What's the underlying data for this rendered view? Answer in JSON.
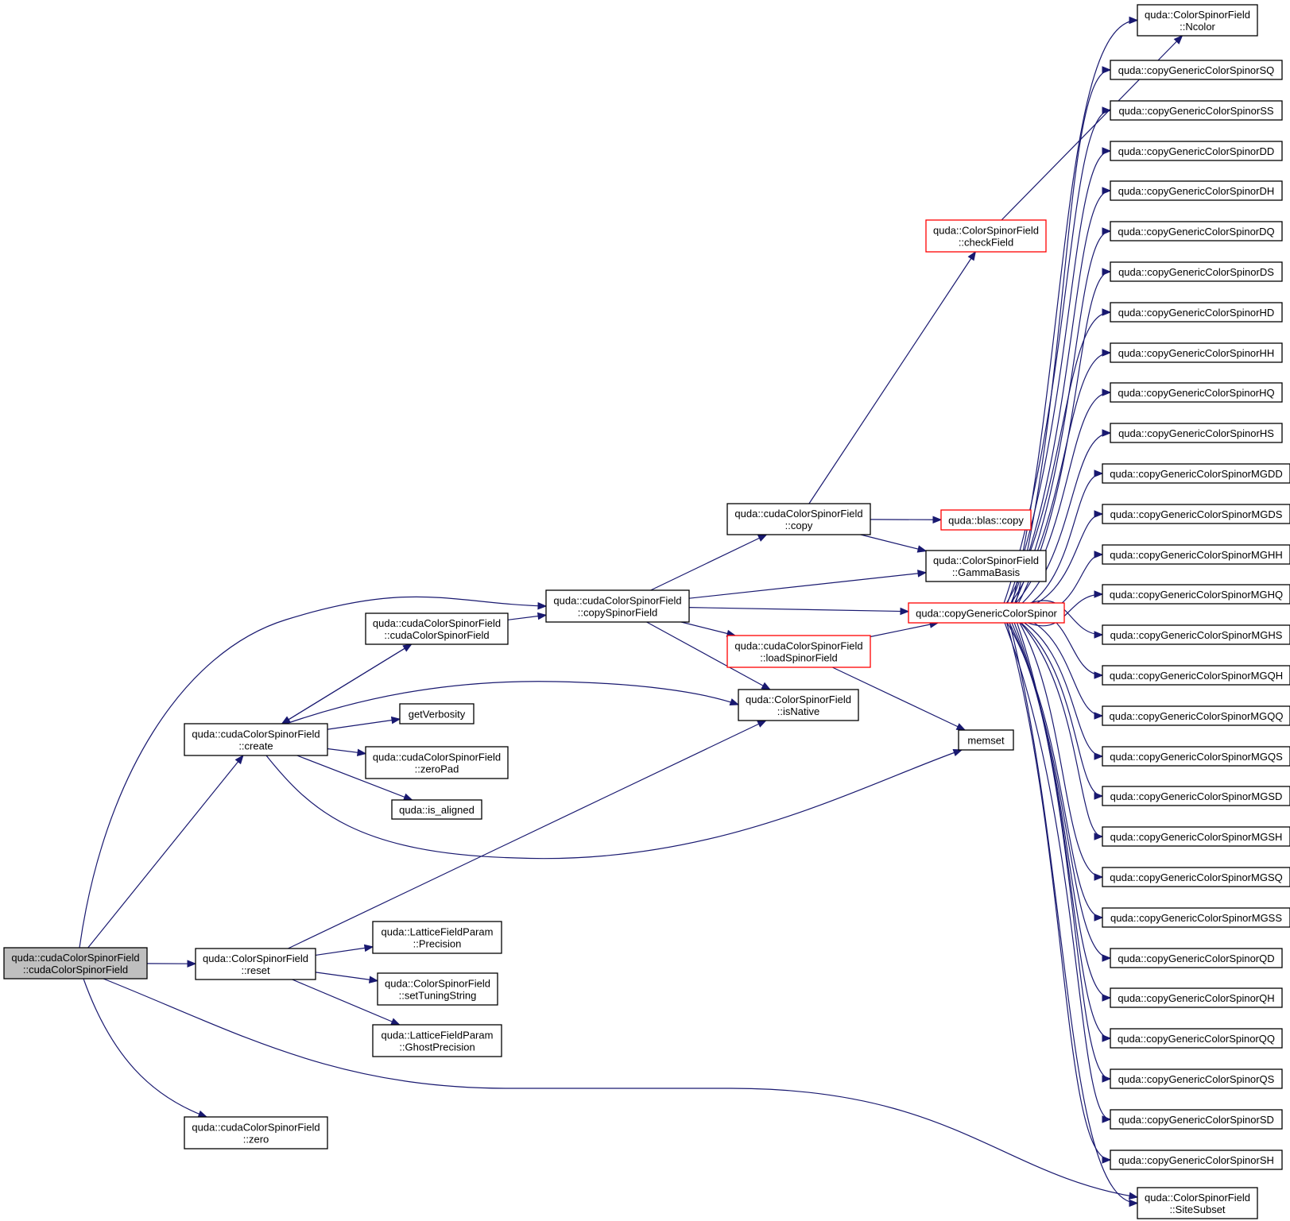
{
  "colors": {
    "edge": "#191970",
    "node_border": "#000000",
    "highlight_border": "#ff0000",
    "root_fill": "#bfbfbf"
  },
  "nodes": [
    {
      "id": "root",
      "lines": [
        "quda::cudaColorSpinorField",
        "::cudaColorSpinorField"
      ],
      "style": "root"
    },
    {
      "id": "create",
      "lines": [
        "quda::cudaColorSpinorField",
        "::create"
      ],
      "style": "normal"
    },
    {
      "id": "reset",
      "lines": [
        "quda::ColorSpinorField",
        "::reset"
      ],
      "style": "normal"
    },
    {
      "id": "zero",
      "lines": [
        "quda::cudaColorSpinorField",
        "::zero"
      ],
      "style": "normal"
    },
    {
      "id": "cudaCtor2",
      "lines": [
        "quda::cudaColorSpinorField",
        "::cudaColorSpinorField"
      ],
      "style": "normal"
    },
    {
      "id": "getVerbosity",
      "lines": [
        "getVerbosity"
      ],
      "style": "normal"
    },
    {
      "id": "zeroPad",
      "lines": [
        "quda::cudaColorSpinorField",
        "::zeroPad"
      ],
      "style": "normal"
    },
    {
      "id": "isAligned",
      "lines": [
        "quda::is_aligned"
      ],
      "style": "normal"
    },
    {
      "id": "precision",
      "lines": [
        "quda::LatticeFieldParam",
        "::Precision"
      ],
      "style": "normal"
    },
    {
      "id": "setTuning",
      "lines": [
        "quda::ColorSpinorField",
        "::setTuningString"
      ],
      "style": "normal"
    },
    {
      "id": "ghostPrec",
      "lines": [
        "quda::LatticeFieldParam",
        "::GhostPrecision"
      ],
      "style": "normal"
    },
    {
      "id": "copySpinor",
      "lines": [
        "quda::cudaColorSpinorField",
        "::copySpinorField"
      ],
      "style": "normal"
    },
    {
      "id": "copy",
      "lines": [
        "quda::cudaColorSpinorField",
        "::copy"
      ],
      "style": "normal"
    },
    {
      "id": "loadSpinor",
      "lines": [
        "quda::cudaColorSpinorField",
        "::loadSpinorField"
      ],
      "style": "red"
    },
    {
      "id": "isNative",
      "lines": [
        "quda::ColorSpinorField",
        "::isNative"
      ],
      "style": "normal"
    },
    {
      "id": "checkField",
      "lines": [
        "quda::ColorSpinorField",
        "::checkField"
      ],
      "style": "red"
    },
    {
      "id": "blasCopy",
      "lines": [
        "quda::blas::copy"
      ],
      "style": "red"
    },
    {
      "id": "gammaBasis",
      "lines": [
        "quda::ColorSpinorField",
        "::GammaBasis"
      ],
      "style": "normal"
    },
    {
      "id": "cgcs",
      "lines": [
        "quda::copyGenericColorSpinor"
      ],
      "style": "red"
    },
    {
      "id": "memset",
      "lines": [
        "memset"
      ],
      "style": "normal"
    },
    {
      "id": "ncolor",
      "lines": [
        "quda::ColorSpinorField",
        "::Ncolor"
      ],
      "style": "normal"
    },
    {
      "id": "SQ",
      "lines": [
        "quda::copyGenericColorSpinorSQ"
      ],
      "style": "normal"
    },
    {
      "id": "SS",
      "lines": [
        "quda::copyGenericColorSpinorSS"
      ],
      "style": "normal"
    },
    {
      "id": "DD",
      "lines": [
        "quda::copyGenericColorSpinorDD"
      ],
      "style": "normal"
    },
    {
      "id": "DH",
      "lines": [
        "quda::copyGenericColorSpinorDH"
      ],
      "style": "normal"
    },
    {
      "id": "DQ",
      "lines": [
        "quda::copyGenericColorSpinorDQ"
      ],
      "style": "normal"
    },
    {
      "id": "DS",
      "lines": [
        "quda::copyGenericColorSpinorDS"
      ],
      "style": "normal"
    },
    {
      "id": "HD",
      "lines": [
        "quda::copyGenericColorSpinorHD"
      ],
      "style": "normal"
    },
    {
      "id": "HH",
      "lines": [
        "quda::copyGenericColorSpinorHH"
      ],
      "style": "normal"
    },
    {
      "id": "HQ",
      "lines": [
        "quda::copyGenericColorSpinorHQ"
      ],
      "style": "normal"
    },
    {
      "id": "HS",
      "lines": [
        "quda::copyGenericColorSpinorHS"
      ],
      "style": "normal"
    },
    {
      "id": "MGDD",
      "lines": [
        "quda::copyGenericColorSpinorMGDD"
      ],
      "style": "normal"
    },
    {
      "id": "MGDS",
      "lines": [
        "quda::copyGenericColorSpinorMGDS"
      ],
      "style": "normal"
    },
    {
      "id": "MGHH",
      "lines": [
        "quda::copyGenericColorSpinorMGHH"
      ],
      "style": "normal"
    },
    {
      "id": "MGHQ",
      "lines": [
        "quda::copyGenericColorSpinorMGHQ"
      ],
      "style": "normal"
    },
    {
      "id": "MGHS",
      "lines": [
        "quda::copyGenericColorSpinorMGHS"
      ],
      "style": "normal"
    },
    {
      "id": "MGQH",
      "lines": [
        "quda::copyGenericColorSpinorMGQH"
      ],
      "style": "normal"
    },
    {
      "id": "MGQQ",
      "lines": [
        "quda::copyGenericColorSpinorMGQQ"
      ],
      "style": "normal"
    },
    {
      "id": "MGQS",
      "lines": [
        "quda::copyGenericColorSpinorMGQS"
      ],
      "style": "normal"
    },
    {
      "id": "MGSD",
      "lines": [
        "quda::copyGenericColorSpinorMGSD"
      ],
      "style": "normal"
    },
    {
      "id": "MGSH",
      "lines": [
        "quda::copyGenericColorSpinorMGSH"
      ],
      "style": "normal"
    },
    {
      "id": "MGSQ",
      "lines": [
        "quda::copyGenericColorSpinorMGSQ"
      ],
      "style": "normal"
    },
    {
      "id": "MGSS",
      "lines": [
        "quda::copyGenericColorSpinorMGSS"
      ],
      "style": "normal"
    },
    {
      "id": "QD",
      "lines": [
        "quda::copyGenericColorSpinorQD"
      ],
      "style": "normal"
    },
    {
      "id": "QH",
      "lines": [
        "quda::copyGenericColorSpinorQH"
      ],
      "style": "normal"
    },
    {
      "id": "QQ",
      "lines": [
        "quda::copyGenericColorSpinorQQ"
      ],
      "style": "normal"
    },
    {
      "id": "QS",
      "lines": [
        "quda::copyGenericColorSpinorQS"
      ],
      "style": "normal"
    },
    {
      "id": "SD",
      "lines": [
        "quda::copyGenericColorSpinorSD"
      ],
      "style": "normal"
    },
    {
      "id": "SH",
      "lines": [
        "quda::copyGenericColorSpinorSH"
      ],
      "style": "normal"
    },
    {
      "id": "siteSubset",
      "lines": [
        "quda::ColorSpinorField",
        "::SiteSubset"
      ],
      "style": "normal"
    }
  ],
  "edges": [
    [
      "root",
      "create"
    ],
    [
      "root",
      "reset"
    ],
    [
      "root",
      "zero"
    ],
    [
      "root",
      "copySpinor"
    ],
    [
      "root",
      "siteSubset"
    ],
    [
      "create",
      "cudaCtor2"
    ],
    [
      "create",
      "getVerbosity"
    ],
    [
      "create",
      "zeroPad"
    ],
    [
      "create",
      "isAligned"
    ],
    [
      "create",
      "isNative"
    ],
    [
      "create",
      "memset"
    ],
    [
      "cudaCtor2",
      "create"
    ],
    [
      "cudaCtor2",
      "copySpinor"
    ],
    [
      "reset",
      "precision"
    ],
    [
      "reset",
      "setTuning"
    ],
    [
      "reset",
      "ghostPrec"
    ],
    [
      "reset",
      "isNative"
    ],
    [
      "copySpinor",
      "copy"
    ],
    [
      "copySpinor",
      "gammaBasis"
    ],
    [
      "copySpinor",
      "cgcs"
    ],
    [
      "copySpinor",
      "loadSpinor"
    ],
    [
      "copySpinor",
      "isNative"
    ],
    [
      "copy",
      "checkField"
    ],
    [
      "copy",
      "blasCopy"
    ],
    [
      "copy",
      "gammaBasis"
    ],
    [
      "loadSpinor",
      "cgcs"
    ],
    [
      "loadSpinor",
      "memset"
    ],
    [
      "checkField",
      "ncolor"
    ],
    [
      "cgcs",
      "ncolor"
    ],
    [
      "cgcs",
      "SQ"
    ],
    [
      "cgcs",
      "SS"
    ],
    [
      "cgcs",
      "DD"
    ],
    [
      "cgcs",
      "DH"
    ],
    [
      "cgcs",
      "DQ"
    ],
    [
      "cgcs",
      "DS"
    ],
    [
      "cgcs",
      "HD"
    ],
    [
      "cgcs",
      "HH"
    ],
    [
      "cgcs",
      "HQ"
    ],
    [
      "cgcs",
      "HS"
    ],
    [
      "cgcs",
      "MGDD"
    ],
    [
      "cgcs",
      "MGDS"
    ],
    [
      "cgcs",
      "MGHH"
    ],
    [
      "cgcs",
      "MGHQ"
    ],
    [
      "cgcs",
      "MGHS"
    ],
    [
      "cgcs",
      "MGQH"
    ],
    [
      "cgcs",
      "MGQQ"
    ],
    [
      "cgcs",
      "MGQS"
    ],
    [
      "cgcs",
      "MGSD"
    ],
    [
      "cgcs",
      "MGSH"
    ],
    [
      "cgcs",
      "MGSQ"
    ],
    [
      "cgcs",
      "MGSS"
    ],
    [
      "cgcs",
      "QD"
    ],
    [
      "cgcs",
      "QH"
    ],
    [
      "cgcs",
      "QQ"
    ],
    [
      "cgcs",
      "QS"
    ],
    [
      "cgcs",
      "SD"
    ],
    [
      "cgcs",
      "SH"
    ],
    [
      "cgcs",
      "siteSubset"
    ]
  ]
}
